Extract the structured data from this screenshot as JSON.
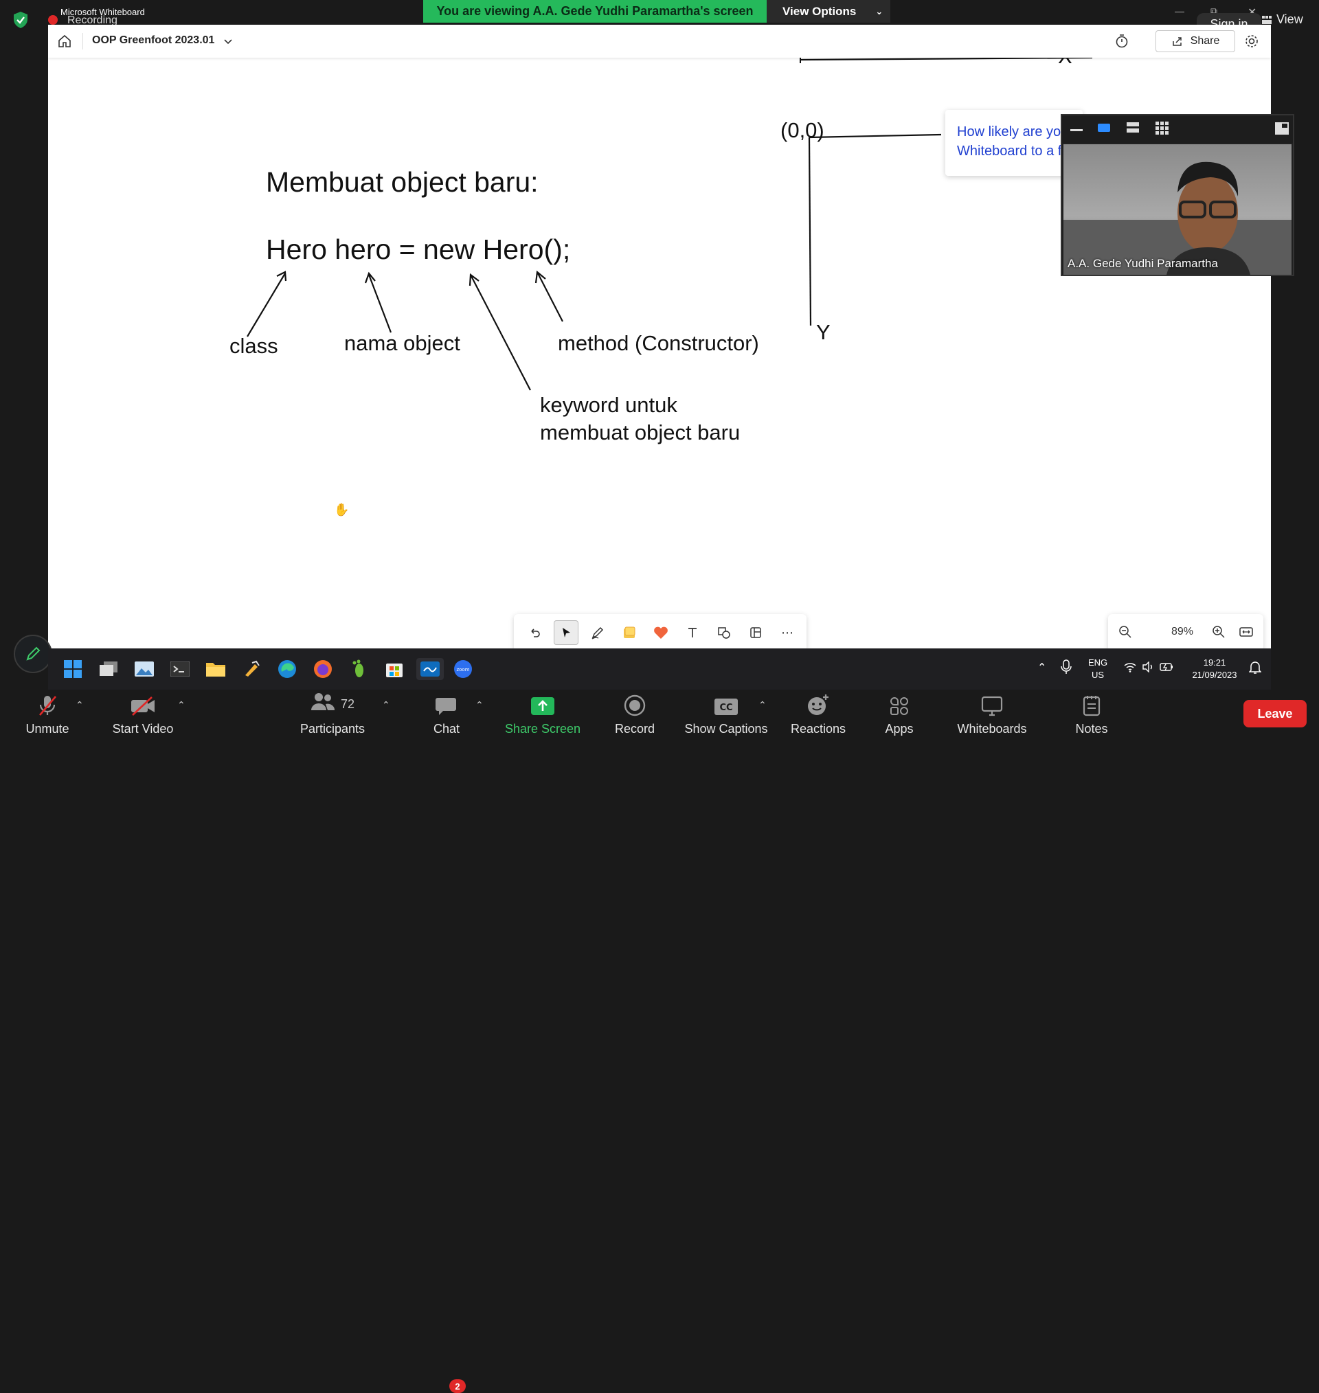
{
  "topbar": {
    "app_title": "Microsoft Whiteboard",
    "recording_label": "Recording",
    "viewing_banner": "You are viewing A.A. Gede Yudhi Paramartha's screen",
    "view_options": "View Options",
    "sign_in": "Sign in",
    "view": "View"
  },
  "whiteboard": {
    "board_title": "OOP Greenfoot 2023.01",
    "share_label": "Share",
    "canvas": {
      "heading": "Membuat object baru:",
      "code": "Hero hero = new Hero();",
      "label_class": "class",
      "label_nama": "nama object",
      "label_method": "method (Constructor)",
      "label_keyword_1": "keyword untuk",
      "label_keyword_2": "membuat object baru",
      "axis_origin": "(0,0)",
      "axis_x": "X",
      "axis_y": "Y"
    },
    "survey_text": "How likely are you to recommend Whiteboard to a friend",
    "zoom_level": "89%"
  },
  "video": {
    "participant_name": "A.A. Gede Yudhi Paramartha"
  },
  "tray": {
    "lang_1": "ENG",
    "lang_2": "US",
    "time": "19:21",
    "date": "21/09/2023"
  },
  "controls": {
    "unmute": "Unmute",
    "start_video": "Start Video",
    "participants": "Participants",
    "participants_count": "72",
    "chat": "Chat",
    "chat_badge": "2",
    "share_screen": "Share Screen",
    "record": "Record",
    "show_captions": "Show Captions",
    "reactions": "Reactions",
    "apps": "Apps",
    "whiteboards": "Whiteboards",
    "notes": "Notes",
    "leave": "Leave"
  },
  "colors": {
    "share_green": "#25b95b",
    "leave_red": "#e02828",
    "survey_blue": "#1f3fd0"
  }
}
